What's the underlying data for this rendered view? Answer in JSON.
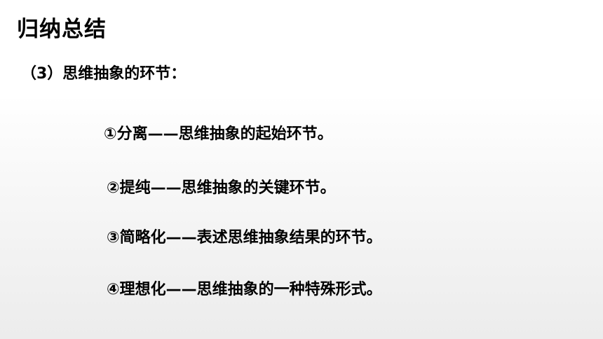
{
  "slide": {
    "title": "归纳总结",
    "subtitle": "（3）思维抽象的环节：",
    "points": [
      "①分离——思维抽象的起始环节。",
      "②提纯——思维抽象的关键环节。",
      "③简略化——表述思维抽象结果的环节。",
      "④理想化——思维抽象的一种特殊形式。"
    ]
  }
}
